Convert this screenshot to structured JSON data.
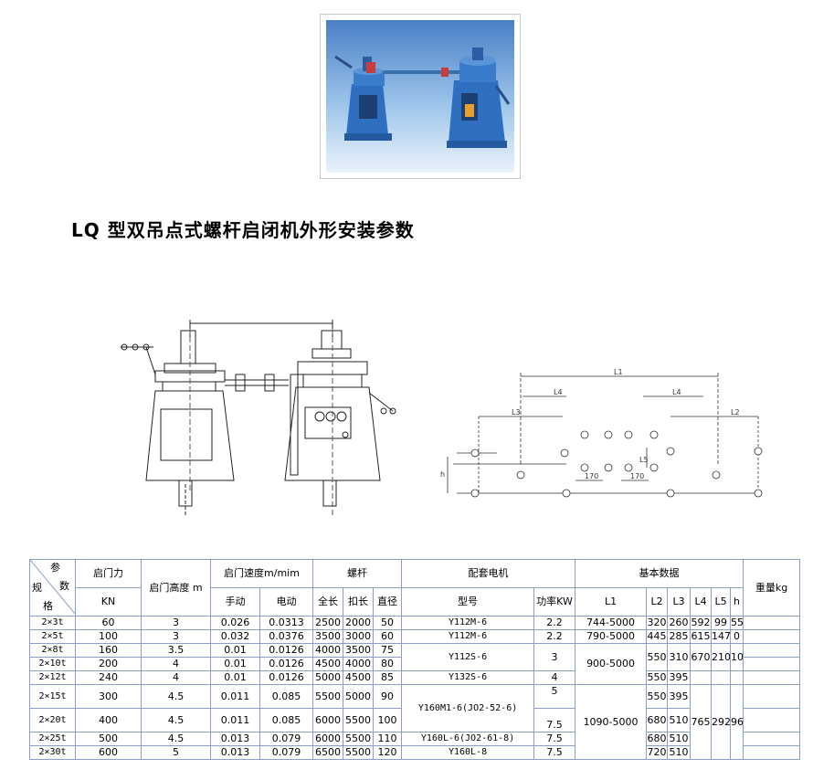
{
  "title": "LQ 型双吊点式螺杆启闭机外形安装参数",
  "table": {
    "corner": {
      "top": "参",
      "mid": "数",
      "left": "规",
      "bottom": "格"
    },
    "headers": {
      "force": "启门力",
      "force_unit": "KN",
      "height": "启门高度 m",
      "speed": "启门速度m/mim",
      "speed_manual": "手动",
      "speed_electric": "电动",
      "screw": "螺杆",
      "screw_length": "全长",
      "screw_thread": "扣长",
      "screw_dia": "直径",
      "motor": "配套电机",
      "motor_model": "型号",
      "motor_power": "功率KW",
      "basic": "基本数据",
      "l1": "L1",
      "l2": "L2",
      "l3": "L3",
      "l4": "L4",
      "l5": "L5",
      "h": "h",
      "weight": "重量kg"
    },
    "rows": [
      {
        "spec": "2×3t",
        "force": "60",
        "height": "3",
        "manual": "0.026",
        "electric": "0.0313",
        "len": "2500",
        "thread": "2000",
        "dia": "50",
        "model": "Y112M-6",
        "power": "2.2",
        "l1": "744-5000",
        "l2": "320",
        "l3": "260",
        "l4": "592",
        "l5": "99",
        "h": "55"
      },
      {
        "spec": "2×5t",
        "force": "100",
        "height": "3",
        "manual": "0.032",
        "electric": "0.0376",
        "len": "3500",
        "thread": "3000",
        "dia": "60",
        "model": "Y112M-6",
        "power": "2.2",
        "l1": "790-5000",
        "l2": "445",
        "l3": "285",
        "l4": "615",
        "l5": "147",
        "h": "0"
      },
      {
        "spec": "2×8t",
        "force": "160",
        "height": "3.5",
        "manual": "0.01",
        "electric": "0.0126",
        "len": "4000",
        "thread": "3500",
        "dia": "75"
      },
      {
        "spec": "2×10t",
        "force": "200",
        "height": "4",
        "manual": "0.01",
        "electric": "0.0126",
        "len": "4500",
        "thread": "4000",
        "dia": "80"
      },
      {
        "spec": "2×12t",
        "force": "240",
        "height": "4",
        "manual": "0.01",
        "electric": "0.0126",
        "len": "5000",
        "thread": "4500",
        "dia": "85"
      },
      {
        "spec": "2×15t",
        "force": "300",
        "height": "4.5",
        "manual": "0.011",
        "electric": "0.085",
        "len": "5500",
        "thread": "5000",
        "dia": "90"
      },
      {
        "spec": "2×20t",
        "force": "400",
        "height": "4.5",
        "manual": "0.011",
        "electric": "0.085",
        "len": "6000",
        "thread": "5500",
        "dia": "100"
      },
      {
        "spec": "2×25t",
        "force": "500",
        "height": "4.5",
        "manual": "0.013",
        "electric": "0.079",
        "len": "6000",
        "thread": "5500",
        "dia": "110",
        "model": "Y160L-6(JO2-61-8)",
        "power": "7.5",
        "l2": "680",
        "l3": "510"
      },
      {
        "spec": "2×30t",
        "force": "600",
        "height": "5",
        "manual": "0.013",
        "electric": "0.079",
        "len": "6500",
        "thread": "5500",
        "dia": "120",
        "model": "Y160L-8",
        "power": "7.5",
        "l2": "720",
        "l3": "510"
      }
    ],
    "merged": {
      "model_8_12": "Y112S-6",
      "power_8_10": "3",
      "model_12": "Y132S-6",
      "power_12": "4",
      "l1_8_12": "900-5000",
      "l2_8_10": "550",
      "l3_8_10": "310",
      "l4_8_10": "670",
      "l5_8_10": "210",
      "h_8_10": "10",
      "l2_12": "550",
      "l3_12": "395",
      "model_15_20": "Y160M1-6(JO2-52-6)",
      "power_15": "5",
      "power_20": "7.5",
      "l1_15_30": "1090-5000",
      "l2_15": "550",
      "l3_15": "395",
      "l2_20": "680",
      "l3_20": "510",
      "l4_20_30": "765",
      "l5_20_30": "292",
      "h_20_30": "96"
    }
  },
  "diagram_labels": {
    "l1": "L1",
    "l2": "L2",
    "l3": "L3",
    "l4a": "L4",
    "l4b": "L4",
    "l5": "L5",
    "dim_a": "170",
    "dim_b": "170",
    "h": "h",
    "small": "170"
  }
}
